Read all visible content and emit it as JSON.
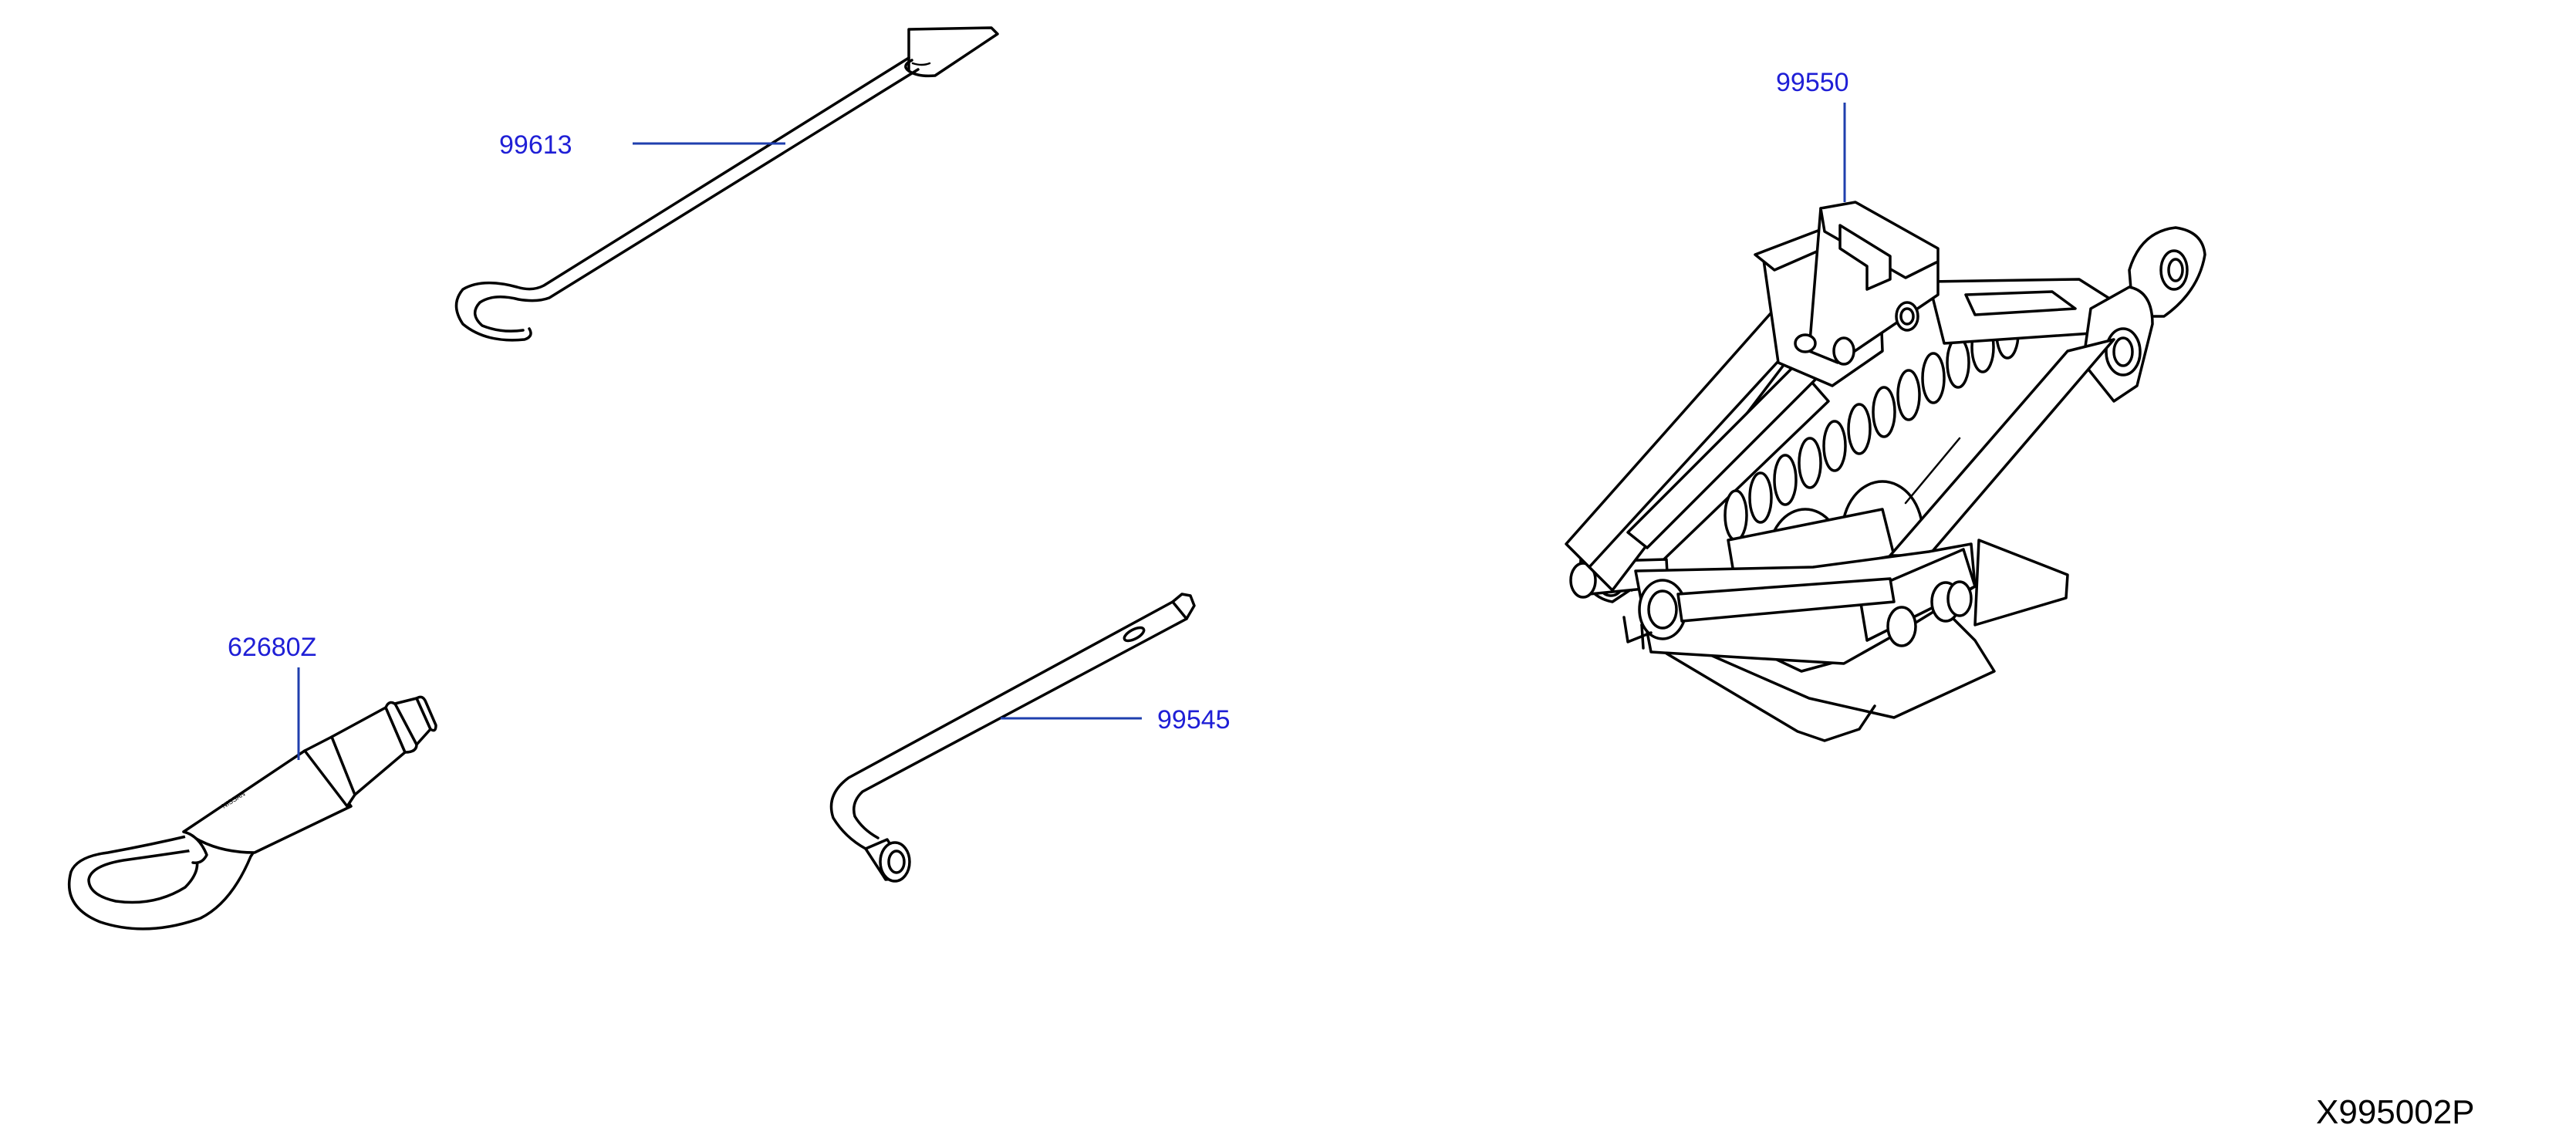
{
  "parts": [
    {
      "id": "hook-rod",
      "number": "99613"
    },
    {
      "id": "scissor-jack",
      "number": "99550"
    },
    {
      "id": "tow-hook",
      "number": "62680Z"
    },
    {
      "id": "lug-wrench",
      "number": "99545"
    }
  ],
  "figure_code": "X995002P",
  "tow_hook_stamp": "NISSAN",
  "colors": {
    "label": "#1f1fd6",
    "leader": "#1f3fae",
    "line_art": "#000000"
  }
}
